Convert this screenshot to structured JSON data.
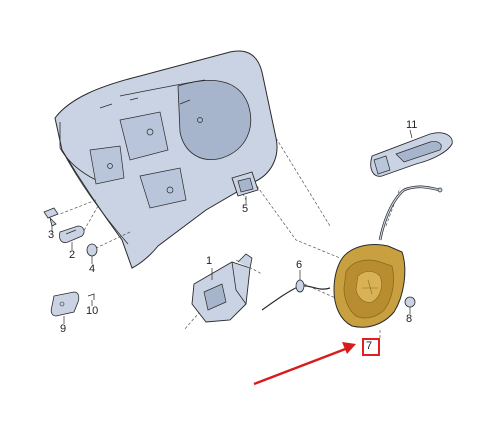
{
  "diagram": {
    "callouts": [
      {
        "id": "1",
        "label": "1"
      },
      {
        "id": "2",
        "label": "2"
      },
      {
        "id": "3",
        "label": "3"
      },
      {
        "id": "4",
        "label": "4"
      },
      {
        "id": "5",
        "label": "5"
      },
      {
        "id": "6",
        "label": "6"
      },
      {
        "id": "7",
        "label": "7"
      },
      {
        "id": "8",
        "label": "8"
      },
      {
        "id": "9",
        "label": "9"
      },
      {
        "id": "10",
        "label": "10"
      },
      {
        "id": "11",
        "label": "11"
      }
    ],
    "colors": {
      "line": "#2a2a2a",
      "body_fill": "#c9d3e4",
      "body_shade": "#a7b5cc",
      "seal_fill": "#c9a040",
      "seal_dark": "#8a6a1a",
      "highlight_box": "#e02020",
      "arrow": "#d81c1c",
      "dash": "#555555"
    },
    "icons": [
      "door-panel-icon",
      "door-lock-icon",
      "outer-handle-icon",
      "inner-handle-icon",
      "cable-icon",
      "seal-cover-icon",
      "plug-icon",
      "bracket-icon",
      "screw-icon",
      "cap-icon",
      "red-arrow-icon"
    ]
  }
}
